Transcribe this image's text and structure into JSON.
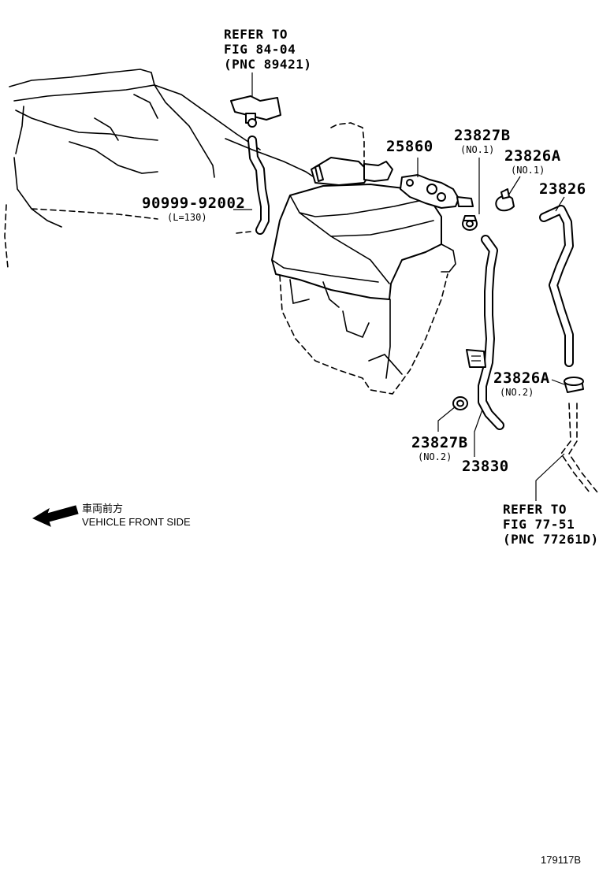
{
  "references": {
    "fig_84_04": {
      "line1": "REFER TO",
      "line2": "FIG 84-04",
      "line3": "(PNC 89421)"
    },
    "fig_77_51": {
      "line1": "REFER TO",
      "line2": "FIG 77-51",
      "line3": "(PNC 77261D)"
    }
  },
  "parts": {
    "p90999": {
      "number": "90999-92002",
      "note": "(L=130)"
    },
    "p25860": {
      "number": "25860"
    },
    "p23827b_1": {
      "number": "23827B",
      "note": "(NO.1)"
    },
    "p23826a_1": {
      "number": "23826A",
      "note": "(NO.1)"
    },
    "p23826": {
      "number": "23826"
    },
    "p23826a_2": {
      "number": "23826A",
      "note": "(NO.2)"
    },
    "p23827b_2": {
      "number": "23827B",
      "note": "(NO.2)"
    },
    "p23830": {
      "number": "23830"
    }
  },
  "legend": {
    "japanese": "車両前方",
    "english": "VEHICLE FRONT SIDE",
    "icon": "arrow-left-icon"
  },
  "figure_code": "179117B"
}
